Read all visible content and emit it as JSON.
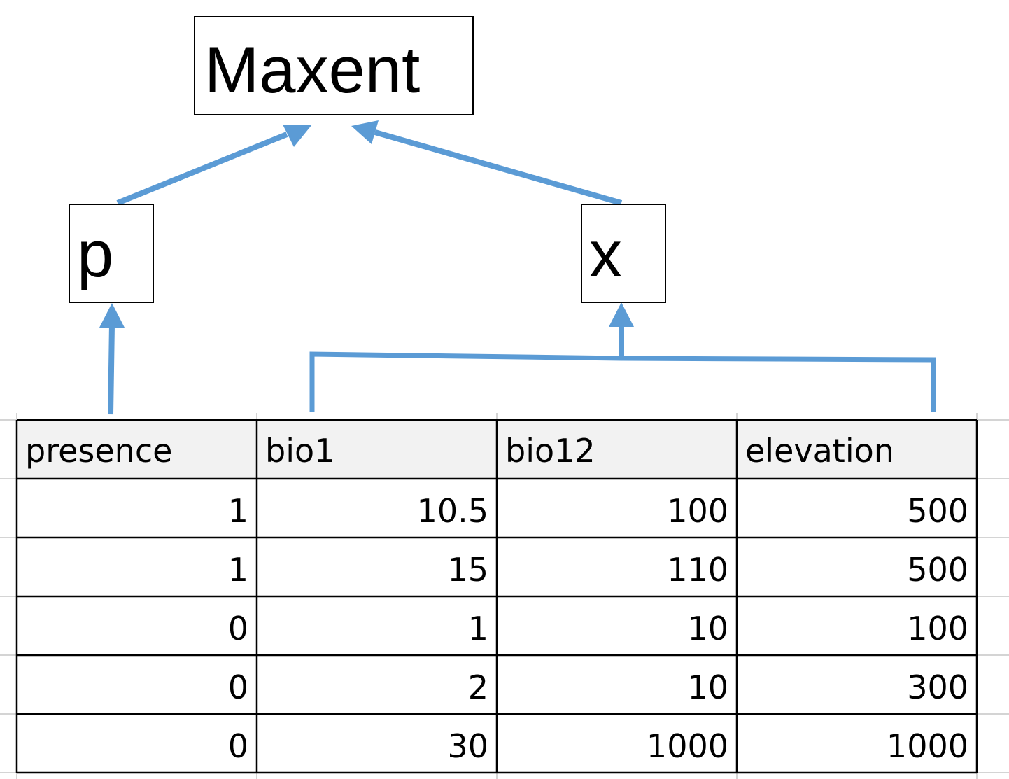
{
  "diagram": {
    "nodes": {
      "maxent": {
        "label": "Maxent"
      },
      "p": {
        "label": "p"
      },
      "x": {
        "label": "x"
      }
    },
    "edges": [
      {
        "from": "p",
        "to": "maxent"
      },
      {
        "from": "x",
        "to": "maxent"
      },
      {
        "from": "presence",
        "to": "p"
      },
      {
        "from": "bio1",
        "to": "x"
      },
      {
        "from": "bio12",
        "to": "x"
      },
      {
        "from": "elevation",
        "to": "x"
      }
    ],
    "colors": {
      "connector": "#5b9bd5",
      "header_fill": "#f2f2f2"
    }
  },
  "table": {
    "columns": [
      "presence",
      "bio1",
      "bio12",
      "elevation"
    ],
    "rows": [
      [
        "1",
        "10.5",
        "100",
        "500"
      ],
      [
        "1",
        "15",
        "110",
        "500"
      ],
      [
        "0",
        "1",
        "10",
        "100"
      ],
      [
        "0",
        "2",
        "10",
        "300"
      ],
      [
        "0",
        "30",
        "1000",
        "1000"
      ]
    ]
  }
}
